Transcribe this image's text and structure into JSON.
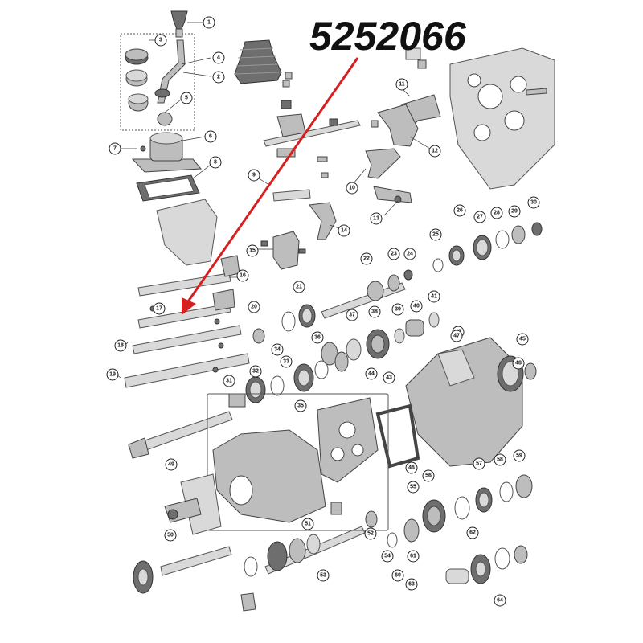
{
  "part_number": "5252066",
  "colors": {
    "arrow": "#d62020",
    "ink": "#111111",
    "metal": "#bdbdbd"
  },
  "callouts": [
    "1",
    "2",
    "3",
    "4",
    "5",
    "6",
    "7",
    "8",
    "9",
    "10",
    "11",
    "12",
    "13",
    "14",
    "15",
    "16",
    "17",
    "18",
    "19",
    "20",
    "21",
    "22",
    "23",
    "24",
    "25",
    "26",
    "27",
    "28",
    "29",
    "30",
    "31",
    "32",
    "33",
    "34",
    "35",
    "36",
    "37",
    "38",
    "39",
    "40",
    "41",
    "42",
    "43",
    "44",
    "45",
    "46",
    "47",
    "48",
    "49",
    "50",
    "51",
    "52",
    "53",
    "54",
    "55",
    "56",
    "57",
    "58",
    "59",
    "60",
    "61",
    "62",
    "63",
    "64"
  ]
}
